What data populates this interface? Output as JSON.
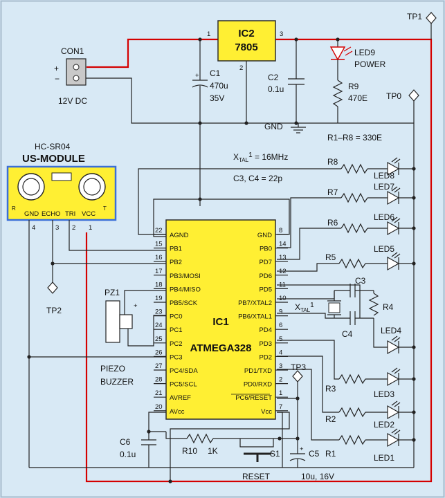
{
  "tp1": {
    "label": "TP1"
  },
  "tp0": {
    "label": "TP0"
  },
  "tp2": {
    "label": "TP2"
  },
  "tp3": {
    "label": "TP3"
  },
  "con1": {
    "ref": "CON1",
    "plus": "+",
    "minus": "−",
    "desc": "12V DC"
  },
  "ic2": {
    "ref": "IC2",
    "part": "7805",
    "pin_in": "1",
    "pin_gnd": "2",
    "pin_out": "3"
  },
  "c1": {
    "ref": "C1",
    "value": "470u",
    "voltage": "35V",
    "plus": "+"
  },
  "c2": {
    "ref": "C2",
    "value": "0.1u"
  },
  "gnd": {
    "label": "GND"
  },
  "led9": {
    "ref": "LED9",
    "desc": "POWER"
  },
  "r9": {
    "ref": "R9",
    "value": "470E"
  },
  "note_r": "R1–R8 = 330E",
  "xtal_note": {
    "prefix": "X",
    "sub": "TAL",
    "num": "1",
    "value": " = 16MHz"
  },
  "c34_note": "C3, C4 = 22p",
  "sensor": {
    "model": "HC-SR04",
    "title": "US-MODULE",
    "r": "R",
    "t": "T",
    "pins": [
      "GND",
      "ECHO",
      "TRI",
      "VCC"
    ],
    "pin_nums": [
      "4",
      "3",
      "2",
      "1"
    ]
  },
  "pz1": {
    "ref": "PZ1",
    "plus": "+",
    "desc1": "PIEZO",
    "desc2": "BUZZER"
  },
  "ic1": {
    "ref": "IC1",
    "part": "ATMEGA328",
    "left": [
      {
        "num": "22",
        "name": "AGND"
      },
      {
        "num": "15",
        "name": "PB1"
      },
      {
        "num": "16",
        "name": "PB2"
      },
      {
        "num": "17",
        "name": "PB3/MOSI"
      },
      {
        "num": "18",
        "name": "PB4/MISO"
      },
      {
        "num": "19",
        "name": "PB5/SCK"
      },
      {
        "num": "23",
        "name": "PC0"
      },
      {
        "num": "24",
        "name": "PC1"
      },
      {
        "num": "25",
        "name": "PC2"
      },
      {
        "num": "26",
        "name": "PC3"
      },
      {
        "num": "27",
        "name": "PC4/SDA"
      },
      {
        "num": "28",
        "name": "PC5/SCL"
      },
      {
        "num": "21",
        "name": "AVREF"
      },
      {
        "num": "20",
        "name": "AVcc"
      }
    ],
    "right": [
      {
        "num": "8",
        "name": "GND"
      },
      {
        "num": "14",
        "name": "PB0"
      },
      {
        "num": "13",
        "name": "PD7"
      },
      {
        "num": "12",
        "name": "PD6"
      },
      {
        "num": "11",
        "name": "PD5"
      },
      {
        "num": "10",
        "name": "PB7/XTAL2"
      },
      {
        "num": "9",
        "name": "PB6/XTAL1"
      },
      {
        "num": "6",
        "name": "PD4"
      },
      {
        "num": "5",
        "name": "PD3"
      },
      {
        "num": "4",
        "name": "PD2"
      },
      {
        "num": "3",
        "name": "PD1/TXD"
      },
      {
        "num": "2",
        "name": "PD0/RXD"
      },
      {
        "num": "1",
        "name": "PC6/RESET"
      },
      {
        "num": "7",
        "name": "Vcc"
      }
    ]
  },
  "leds": [
    {
      "r": "R8",
      "led": "LED8"
    },
    {
      "r": "R7",
      "led": "LED7"
    },
    {
      "r": "R6",
      "led": "LED6"
    },
    {
      "r": "R5",
      "led": "LED5"
    },
    {
      "r": "R4",
      "led": "LED4"
    },
    {
      "r": "R3",
      "led": "LED3"
    },
    {
      "r": "R2",
      "led": "LED2"
    },
    {
      "r": "R1",
      "led": "LED1"
    }
  ],
  "c3": {
    "ref": "C3"
  },
  "c4": {
    "ref": "C4"
  },
  "xtal1": {
    "prefix": "X",
    "sub": "TAL",
    "num": "1"
  },
  "c6": {
    "ref": "C6",
    "value": "0.1u"
  },
  "r10": {
    "ref": "R10",
    "value": "1K"
  },
  "s1": {
    "ref": "S1",
    "desc": "RESET"
  },
  "c5": {
    "ref": "C5",
    "value": "10u, 16V",
    "plus": "+"
  },
  "colors": {
    "bg": "#d8e9f5",
    "frame": "#c8d8e6",
    "ic_fill": "#ffef33",
    "ic_border": "#2d2d2d",
    "wire": "#222222",
    "power_wire": "#d40000",
    "module_fill": "#ffef33",
    "module_border": "#3b6fd8"
  }
}
